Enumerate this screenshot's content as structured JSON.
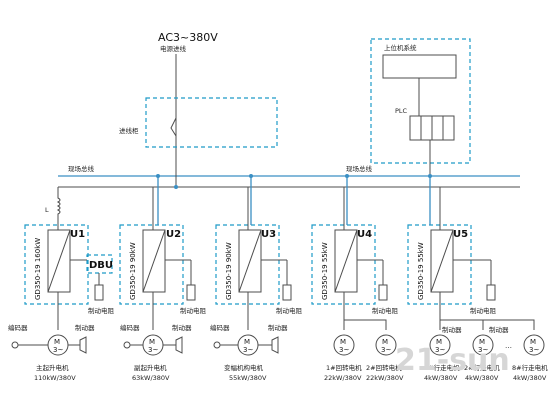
{
  "supply": {
    "voltage": "AC3~380V",
    "line_label": "电源进线"
  },
  "cabinet": {
    "label": "进线柜"
  },
  "upper": {
    "system_label": "上位机系统",
    "plc_label": "PLC"
  },
  "bus": {
    "label_left": "现场总线",
    "label_right": "现场总线"
  },
  "inductor_label": "L",
  "dbu_label": "DBU",
  "drives": [
    {
      "id": "U1",
      "model": "GD350-19 160kW"
    },
    {
      "id": "U2",
      "model": "GD350-19 90kW"
    },
    {
      "id": "U3",
      "model": "GD350-19 90kW"
    },
    {
      "id": "U4",
      "model": "GD350-19 55kW"
    },
    {
      "id": "U5",
      "model": "GD350-19 55kW"
    }
  ],
  "resistor_label": "制动电阻",
  "encoder_label": "编码器",
  "brake_label": "制动器",
  "motor_symbol": {
    "m": "M",
    "phase": "3~"
  },
  "motors": [
    {
      "name": "主起升电机",
      "rating": "110kW/380V"
    },
    {
      "name": "副起升电机",
      "rating": "63kW/380V"
    },
    {
      "name": "变幅机构电机",
      "rating": "55kW/380V"
    },
    {
      "name": "1#回转电机",
      "rating": "22kW/380V"
    },
    {
      "name": "2#回转电机",
      "rating": "22kW/380V"
    },
    {
      "name": "1#行走电机",
      "rating": "4kW/380V"
    },
    {
      "name": "2#行走电机",
      "rating": "4kW/380V"
    },
    {
      "name": "8#行走电机",
      "rating": "4kW/380V"
    }
  ],
  "ellipsis": "…",
  "watermark": "21-sun"
}
